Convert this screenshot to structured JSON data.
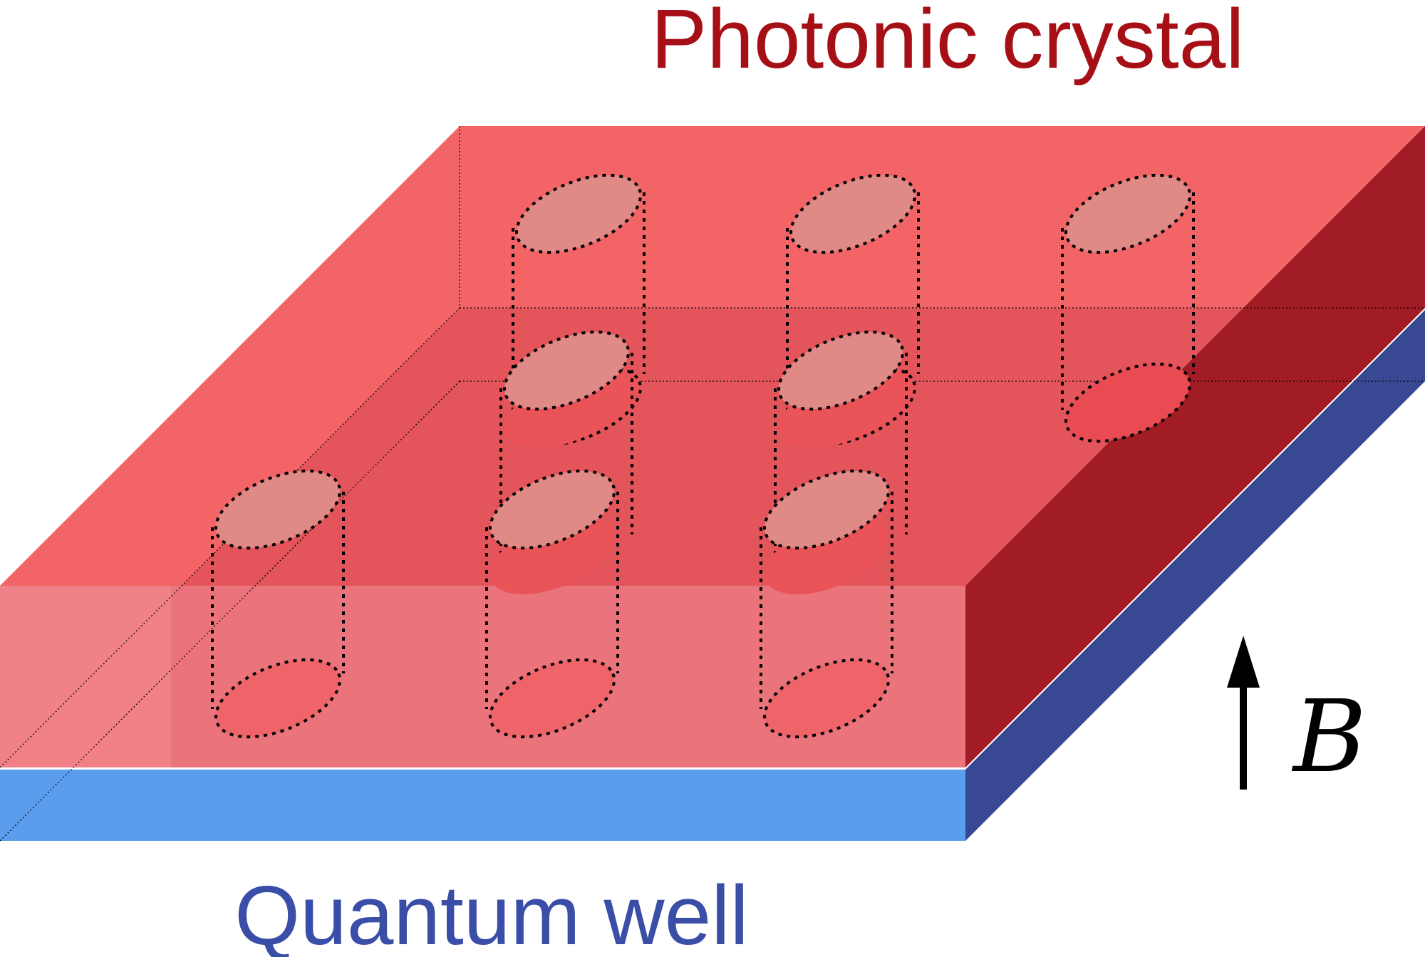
{
  "labels": {
    "photonic_crystal": "Photonic crystal",
    "quantum_well": "Quantum well",
    "field_symbol": "B"
  },
  "colors": {
    "photonic_crystal_label": "#a50f15",
    "quantum_well_label": "#3a4ea8",
    "crystal_top": "#f26465",
    "crystal_front": "#e46b73",
    "crystal_side": "#a11c24",
    "quantum_well_front": "#5b9ded",
    "quantum_well_side": "#394892",
    "rod_fill": "#e08a88",
    "arrow": "#000000"
  }
}
